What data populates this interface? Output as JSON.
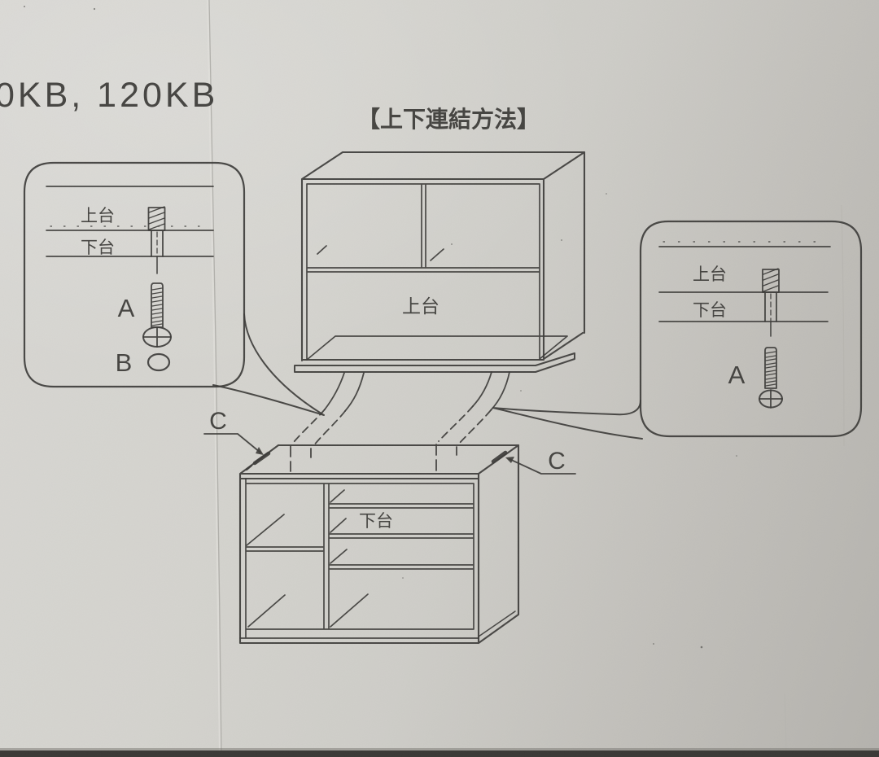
{
  "page": {
    "model_text": "0KB, 120KB",
    "title": "【上下連結方法】"
  },
  "diagram": {
    "upper_cabinet_label": "上台",
    "lower_cabinet_label": "下台",
    "connector_left_label": "C",
    "connector_right_label": "C",
    "left_callout": {
      "upper_board_label": "上台",
      "lower_board_label": "下台",
      "screw_label": "A",
      "cap_label": "B"
    },
    "right_callout": {
      "upper_board_label": "上台",
      "lower_board_label": "下台",
      "screw_label": "A"
    }
  },
  "colors": {
    "ink": "#3d3c39",
    "paper_light": "#d8d7d2",
    "paper_dark": "#b5b3ae",
    "table_edge": "#3a3936"
  }
}
